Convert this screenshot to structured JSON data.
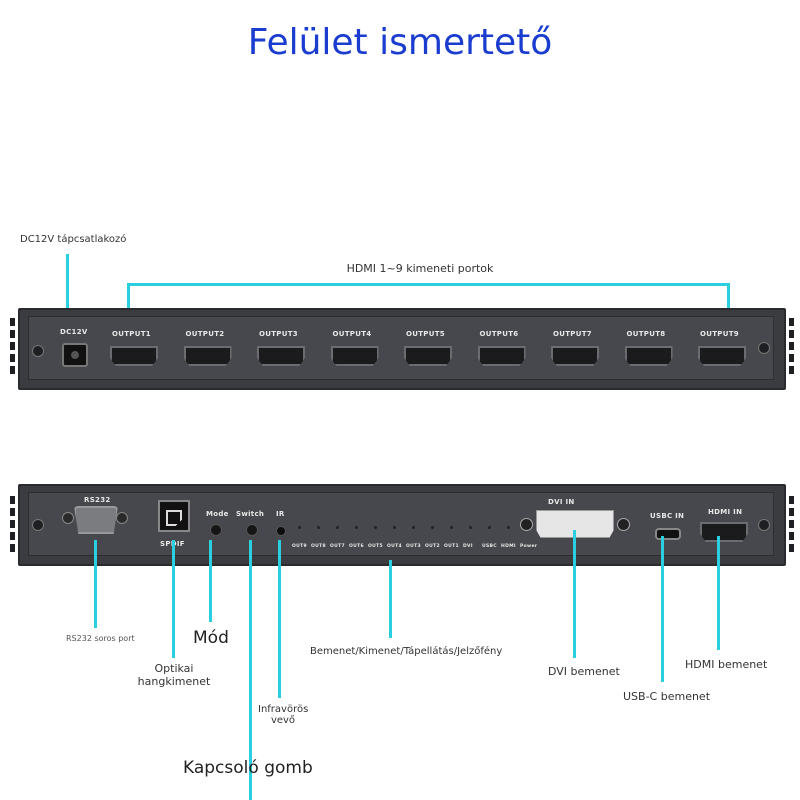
{
  "title": "Felület ismertető",
  "top_panel": {
    "labels": {
      "dc": "DC12V tápcsatlakozó",
      "outputs": "HDMI 1~9 kimeneti portok"
    },
    "dc_port": "DC12V",
    "ports": [
      "OUTPUT1",
      "OUTPUT2",
      "OUTPUT3",
      "OUTPUT4",
      "OUTPUT5",
      "OUTPUT6",
      "OUTPUT7",
      "OUTPUT8",
      "OUTPUT9"
    ]
  },
  "bottom_panel": {
    "panel_text": {
      "rs232": "RS232",
      "spdif": "SPDIF",
      "mode": "Mode",
      "switch": "Switch",
      "ir": "IR",
      "dvi_in": "DVI IN",
      "usbc_in": "USBC IN",
      "hdmi_in": "HDMI IN"
    },
    "leds": [
      "OUT9",
      "OUT8",
      "OUT7",
      "OUT6",
      "OUT5",
      "OUT4",
      "OUT3",
      "OUT2",
      "OUT1",
      "DVI",
      "USBC",
      "HDMI",
      "Power"
    ],
    "labels": {
      "rs232": "RS232 soros port",
      "optical": "Optikai hangkimenet",
      "mode": "Mód",
      "ir": "Infravörös vevő",
      "switch": "Kapcsoló gomb",
      "leds": "Bemenet/Kimenet/Tápellátás/Jelzőfény",
      "dvi": "DVI bemenet",
      "usbc": "USB-C bemenet",
      "hdmi": "HDMI bemenet"
    }
  }
}
